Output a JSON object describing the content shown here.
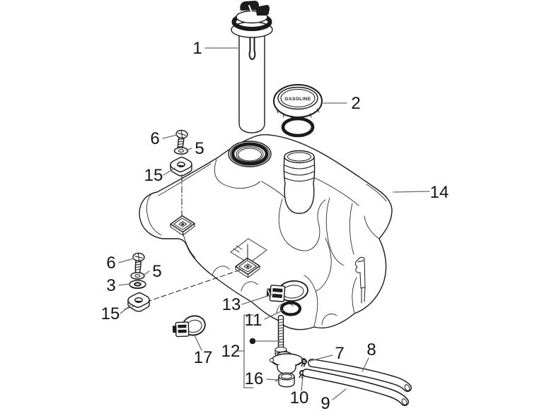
{
  "diagram": {
    "background_color": "#ffffff",
    "line_color": "#1a1a1a",
    "leader_color": "#6a6a6a",
    "cap": {
      "brand_text": "GASOLINE"
    },
    "callouts": [
      {
        "id": "1",
        "text": "1"
      },
      {
        "id": "2",
        "text": "2"
      },
      {
        "id": "6-upper",
        "text": "6"
      },
      {
        "id": "5-upper",
        "text": "5"
      },
      {
        "id": "15-upper",
        "text": "15"
      },
      {
        "id": "14",
        "text": "14"
      },
      {
        "id": "6-lower",
        "text": "6"
      },
      {
        "id": "5-lower",
        "text": "5"
      },
      {
        "id": "3",
        "text": "3"
      },
      {
        "id": "15-lower",
        "text": "15"
      },
      {
        "id": "13",
        "text": "13"
      },
      {
        "id": "11",
        "text": "11"
      },
      {
        "id": "12",
        "text": "12"
      },
      {
        "id": "17",
        "text": "17"
      },
      {
        "id": "16",
        "text": "16"
      },
      {
        "id": "7",
        "text": "7"
      },
      {
        "id": "8",
        "text": "8"
      },
      {
        "id": "10",
        "text": "10"
      },
      {
        "id": "9",
        "text": "9"
      }
    ]
  }
}
